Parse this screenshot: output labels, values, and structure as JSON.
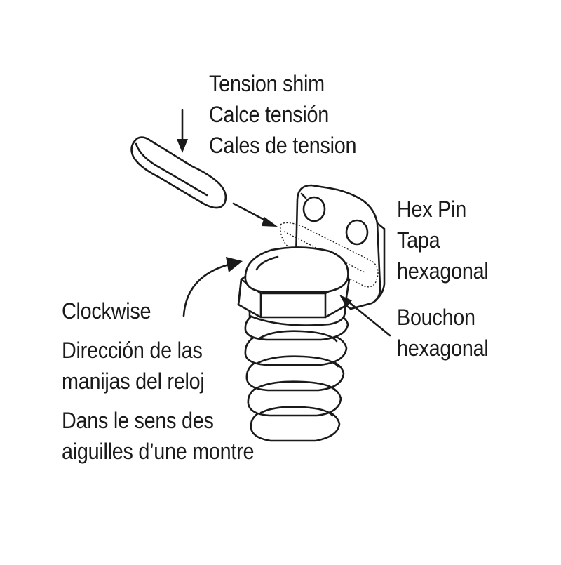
{
  "labels": {
    "tension_shim": [
      "Tension shim",
      "Calce tensión",
      "Cales de tension"
    ],
    "hex_pin": [
      "Hex Pin",
      "Tapa",
      "hexagonal"
    ],
    "bouchon": [
      "Bouchon",
      "hexagonal"
    ],
    "clockwise": [
      "Clockwise",
      "Dirección de las",
      "manijas del reloj",
      "Dans le sens des",
      "aiguilles d’une montre"
    ]
  },
  "colors": {
    "line": "#1a1a1a",
    "background": "#ffffff"
  }
}
